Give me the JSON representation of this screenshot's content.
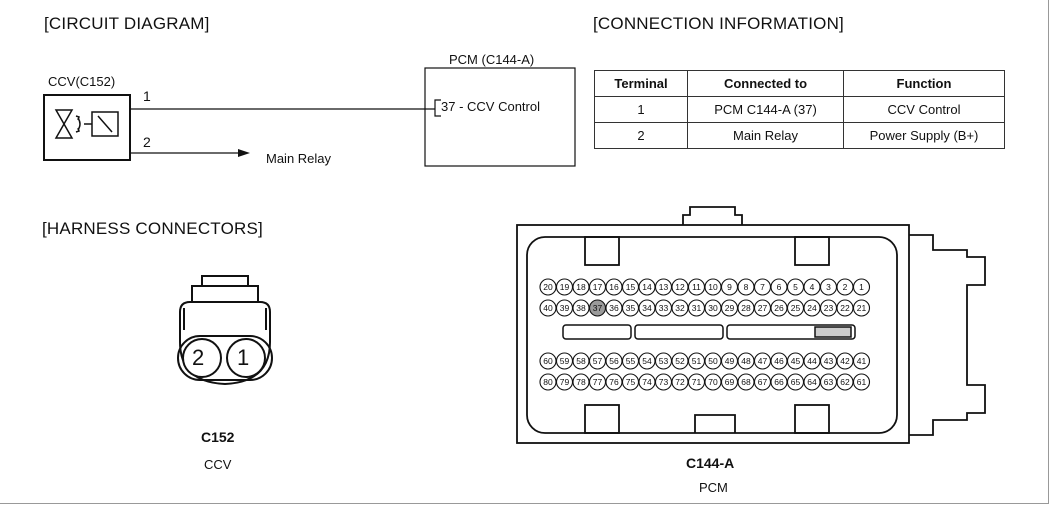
{
  "titles": {
    "circuit": "[CIRCUIT DIAGRAM]",
    "connection": "[CONNECTION INFORMATION]",
    "harness": "[HARNESS CONNECTORS]"
  },
  "circuit": {
    "ccv_label": "CCV(C152)",
    "pcm_label": "PCM (C144-A)",
    "pin1": "1",
    "pin2": "2",
    "pin37_label": "37 - CCV Control",
    "main_relay": "Main Relay"
  },
  "table": {
    "headers": [
      "Terminal",
      "Connected to",
      "Function"
    ],
    "rows": [
      [
        "1",
        "PCM C144-A (37)",
        "CCV Control"
      ],
      [
        "2",
        "Main Relay",
        "Power Supply (B+)"
      ]
    ]
  },
  "c152": {
    "pins": [
      "2",
      "1"
    ],
    "name": "C152",
    "desc": "CCV"
  },
  "c144": {
    "row1": [
      "20",
      "19",
      "18",
      "17",
      "16",
      "15",
      "14",
      "13",
      "12",
      "11",
      "10",
      "9",
      "8",
      "7",
      "6",
      "5",
      "4",
      "3",
      "2",
      "1"
    ],
    "row2": [
      "40",
      "39",
      "38",
      "37",
      "36",
      "35",
      "34",
      "33",
      "32",
      "31",
      "30",
      "29",
      "28",
      "27",
      "26",
      "25",
      "24",
      "23",
      "22",
      "21"
    ],
    "row3": [
      "60",
      "59",
      "58",
      "57",
      "56",
      "55",
      "54",
      "53",
      "52",
      "51",
      "50",
      "49",
      "48",
      "47",
      "46",
      "45",
      "44",
      "43",
      "42",
      "41"
    ],
    "row4": [
      "80",
      "79",
      "78",
      "77",
      "76",
      "75",
      "74",
      "73",
      "72",
      "71",
      "70",
      "69",
      "68",
      "67",
      "66",
      "65",
      "64",
      "63",
      "62",
      "61"
    ],
    "highlight": "37",
    "name": "C144-A",
    "desc": "PCM"
  }
}
